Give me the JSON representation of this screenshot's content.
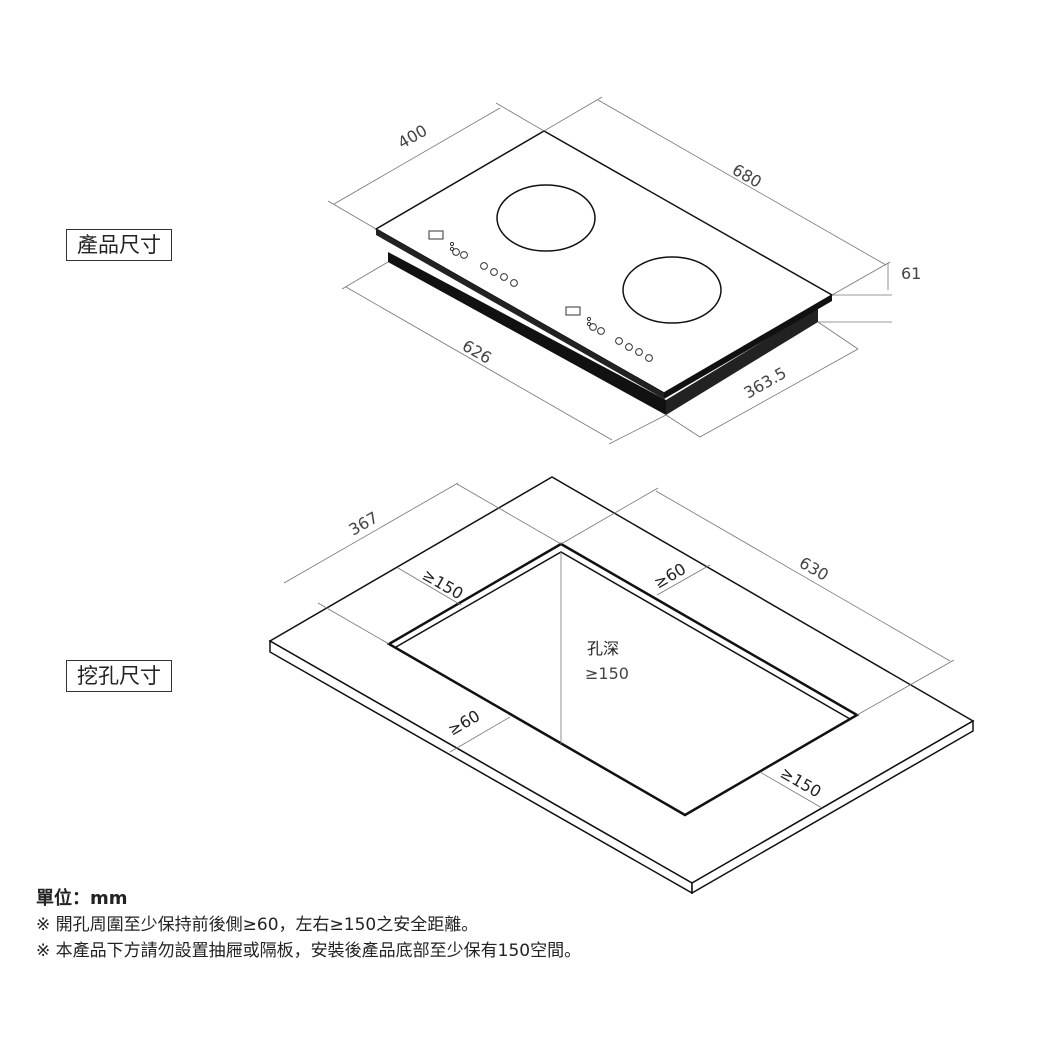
{
  "labels": {
    "product_size": "產品尺寸",
    "cutout_size": "挖孔尺寸"
  },
  "product_dims": {
    "depth": "400",
    "width": "680",
    "height": "61",
    "body_width": "626",
    "body_depth": "363.5"
  },
  "cutout_dims": {
    "depth": "367",
    "width": "630",
    "clear_back_left": "≥150",
    "clear_back_right": "≥60",
    "clear_front_left": "≥60",
    "clear_front_right": "≥150",
    "hole_depth_label": "孔深",
    "hole_depth_value": "≥150"
  },
  "notes": {
    "unit": "單位：mm",
    "line1": "※ 開孔周圍至少保持前後側≥60，左右≥150之安全距離。",
    "line2": "※ 本產品下方請勿設置抽屜或隔板，安裝後產品底部至少保有150空間。"
  }
}
